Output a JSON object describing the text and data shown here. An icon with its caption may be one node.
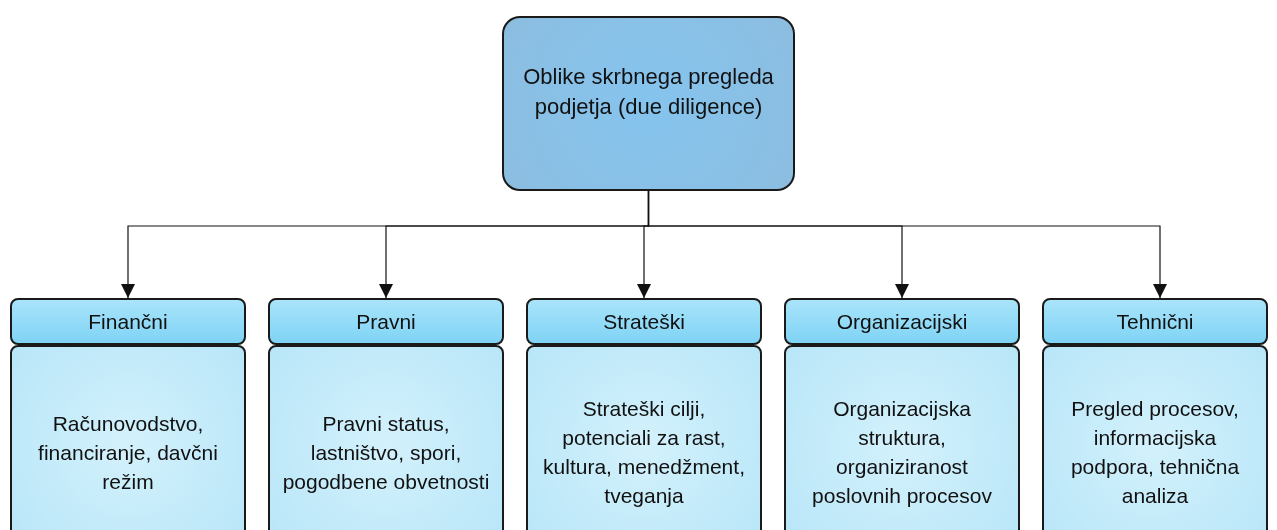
{
  "diagram": {
    "nodes": [
      {
        "text": [
          "Oblike skrbnega pregleda podjetja (due diligence)"
        ]
      },
      {
        "text": [
          "Finančni"
        ]
      },
      {
        "text": [
          "Pravni"
        ]
      },
      {
        "text": [
          "Strateški"
        ]
      },
      {
        "text": [
          "Organizacijski"
        ]
      },
      {
        "text": [
          "Tehnični"
        ]
      },
      {
        "text": [
          "Računovodstvo, financiranje, davčni režim"
        ]
      },
      {
        "text": [
          "Pravni status, lastništvo, spori, pogodbene obvetnosti"
        ]
      },
      {
        "text": [
          "Strateški cilji, potenciali za rast, kultura, menedžment, tveganja"
        ]
      },
      {
        "text": [
          "Organizacijska struktura, organiziranost poslovnih procesov"
        ]
      },
      {
        "text": [
          "Pregled procesov, informacijska podpora, tehnična analiza"
        ]
      }
    ],
    "edges": [
      {
        "from": 0,
        "to": 1,
        "arrow": "to"
      },
      {
        "from": 0,
        "to": 2,
        "arrow": "to"
      },
      {
        "from": 0,
        "to": 3,
        "arrow": "to"
      },
      {
        "from": 0,
        "to": 4,
        "arrow": "to"
      },
      {
        "from": 0,
        "to": 5,
        "arrow": "to"
      }
    ]
  }
}
